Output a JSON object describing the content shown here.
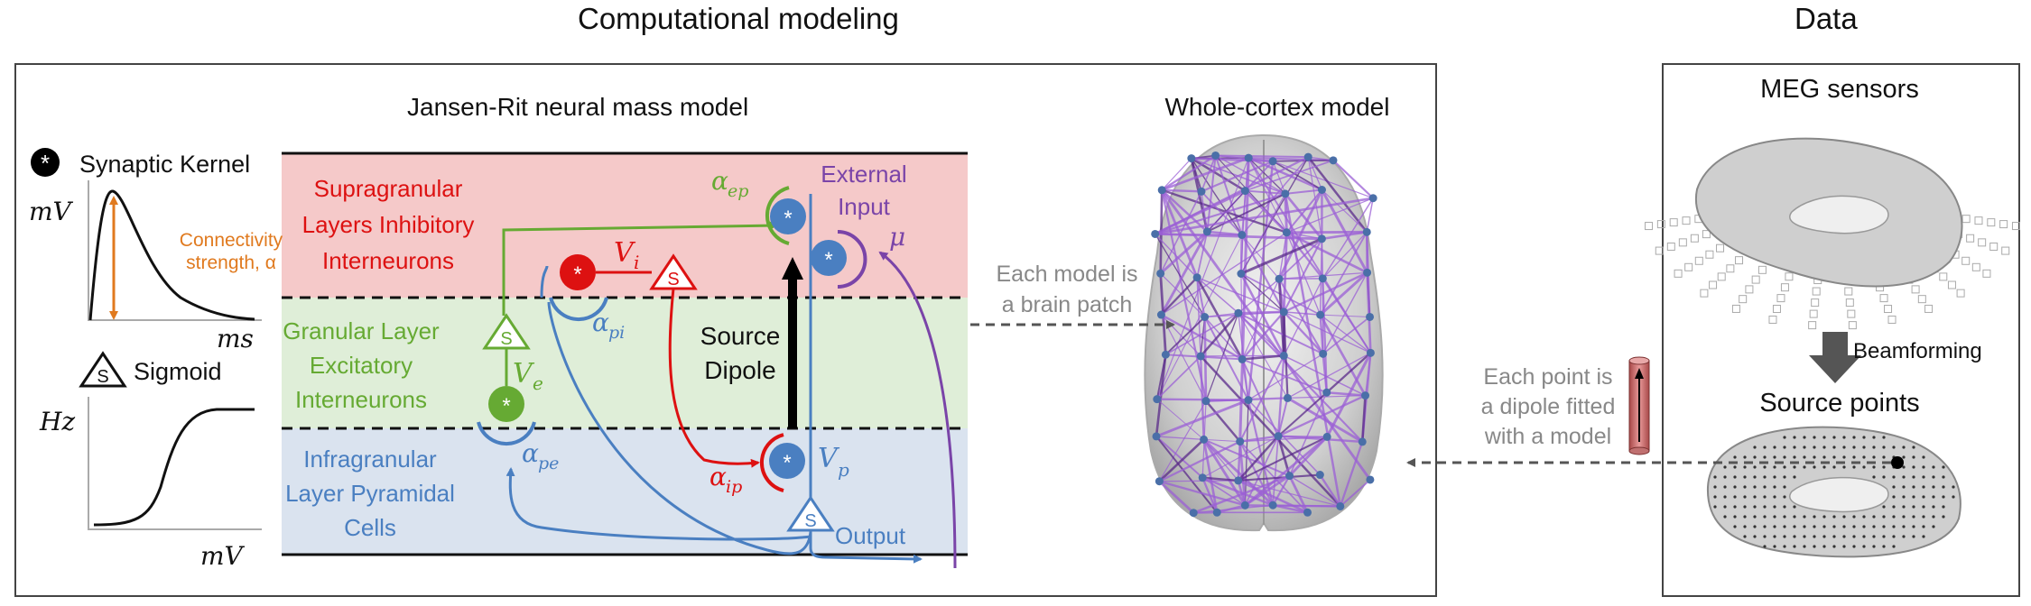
{
  "headers": {
    "computational": "Computational modeling",
    "data": "Data"
  },
  "legend": {
    "kernel_label": "Synaptic Kernel",
    "kernel_glyph": "*",
    "kernel_y_unit": "mV",
    "kernel_x_unit": "ms",
    "connectivity": [
      "Connectivity",
      "strength, α"
    ],
    "sigmoid_label": "Sigmoid",
    "sigmoid_glyph": "S",
    "sigmoid_y_unit": "Hz",
    "sigmoid_x_unit": "mV"
  },
  "jansen_rit": {
    "title": "Jansen-Rit neural mass model",
    "layers": {
      "supra": [
        "Supragranular",
        "Layers Inhibitory",
        "Interneurons"
      ],
      "granular": [
        "Granular Layer",
        "Excitatory",
        "Interneurons"
      ],
      "infra": [
        "Infragranular",
        "Layer Pyramidal",
        "Cells"
      ]
    },
    "external_input": [
      "External",
      "Input"
    ],
    "source_dipole": [
      "Source",
      "Dipole"
    ],
    "output": "Output",
    "symbols": {
      "alpha": "α",
      "ep": "ep",
      "pi": "pi",
      "pe": "pe",
      "ip": "ip",
      "V": "V",
      "i": "i",
      "e": "e",
      "p": "p",
      "mu": "μ",
      "star": "*",
      "s": "S"
    }
  },
  "whole_cortex": {
    "title": "Whole-cortex model",
    "patch_note": [
      "Each model is",
      "a brain patch"
    ]
  },
  "data_panel": {
    "meg_sensors": "MEG sensors",
    "beamforming": "Beamforming",
    "source_points": "Source points",
    "point_note": [
      "Each point is",
      "a dipole fitted",
      "with a model"
    ]
  },
  "colors": {
    "supra_bg": "#f5c9c9",
    "granular_bg": "#dfeed8",
    "infra_bg": "#dae3ef",
    "inhibitory": "#dd1111",
    "excitatory": "#66aa33",
    "pyramidal": "#4a7fc1",
    "external": "#7a44a8",
    "connectivity": "#e07a1f",
    "note_gray": "#888888",
    "network": "#9b5fd6"
  }
}
